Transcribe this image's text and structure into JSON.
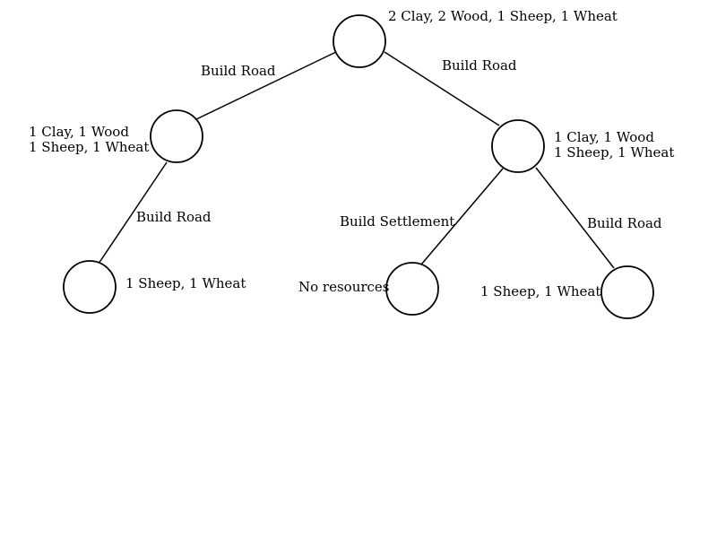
{
  "tree": {
    "nodes": [
      {
        "id": "root",
        "resources": [
          "2 Clay, 2 Wood, 1 Sheep, 1 Wheat"
        ]
      },
      {
        "id": "left",
        "resources": [
          "1 Clay, 1 Wood",
          "1 Sheep, 1 Wheat"
        ]
      },
      {
        "id": "right",
        "resources": [
          "1 Clay, 1 Wood",
          "1 Sheep, 1 Wheat"
        ]
      },
      {
        "id": "left-left",
        "resources": [
          "1 Sheep, 1 Wheat"
        ]
      },
      {
        "id": "right-left",
        "resources": [
          "No resources"
        ]
      },
      {
        "id": "right-right",
        "resources": [
          "1 Sheep, 1 Wheat"
        ]
      }
    ],
    "edges": [
      {
        "from": "root",
        "to": "left",
        "action": "Build Road"
      },
      {
        "from": "root",
        "to": "right",
        "action": "Build Road"
      },
      {
        "from": "left",
        "to": "left-left",
        "action": "Build Road"
      },
      {
        "from": "right",
        "to": "right-left",
        "action": "Build Settlement"
      },
      {
        "from": "right",
        "to": "right-right",
        "action": "Build Road"
      }
    ]
  },
  "colors": {
    "stroke": "#000000",
    "background": "#ffffff"
  }
}
